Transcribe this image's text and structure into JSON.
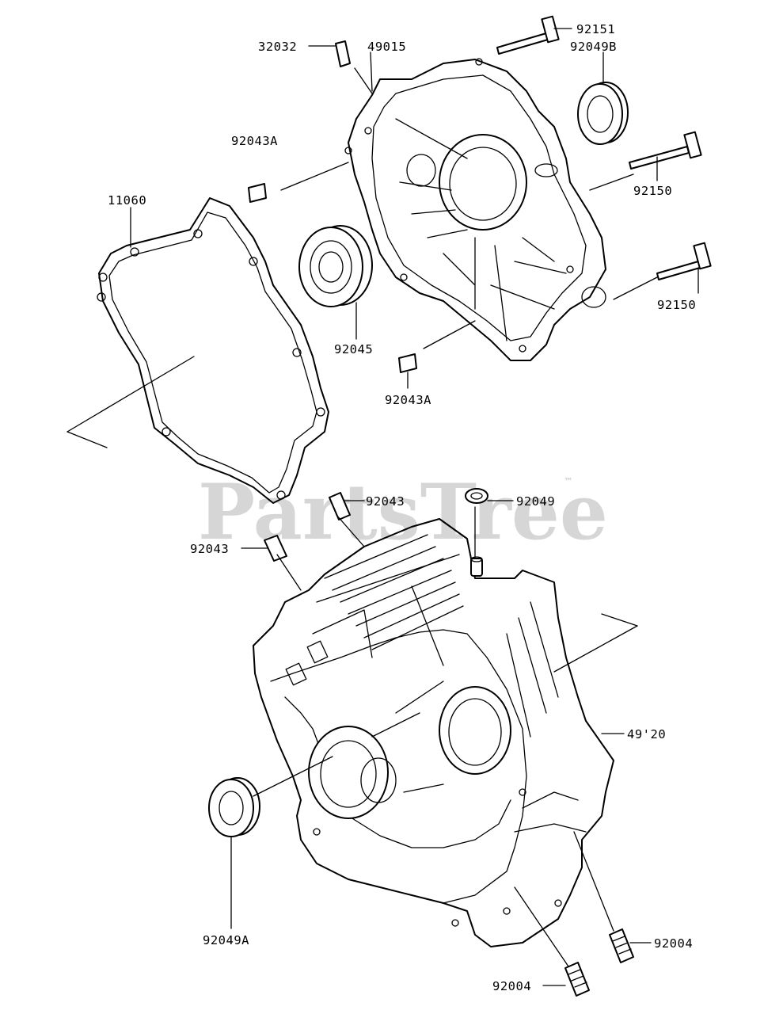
{
  "watermark": {
    "text": "PartsTree",
    "trademark": "™"
  },
  "callouts": {
    "p32032": "32032",
    "p49015": "49015",
    "p92151": "92151",
    "p92049B": "92049B",
    "p92043A_top": "92043A",
    "p92150_a": "92150",
    "p11060": "11060",
    "p92150_b": "92150",
    "p92045": "92045",
    "p92043A_bottom": "92043A",
    "p92043_a": "92043",
    "p92049": "92049",
    "p92043_b": "92043",
    "p49120": "49'20",
    "p92049A": "92049A",
    "p92004_a": "92004",
    "p92004_b": "92004"
  }
}
